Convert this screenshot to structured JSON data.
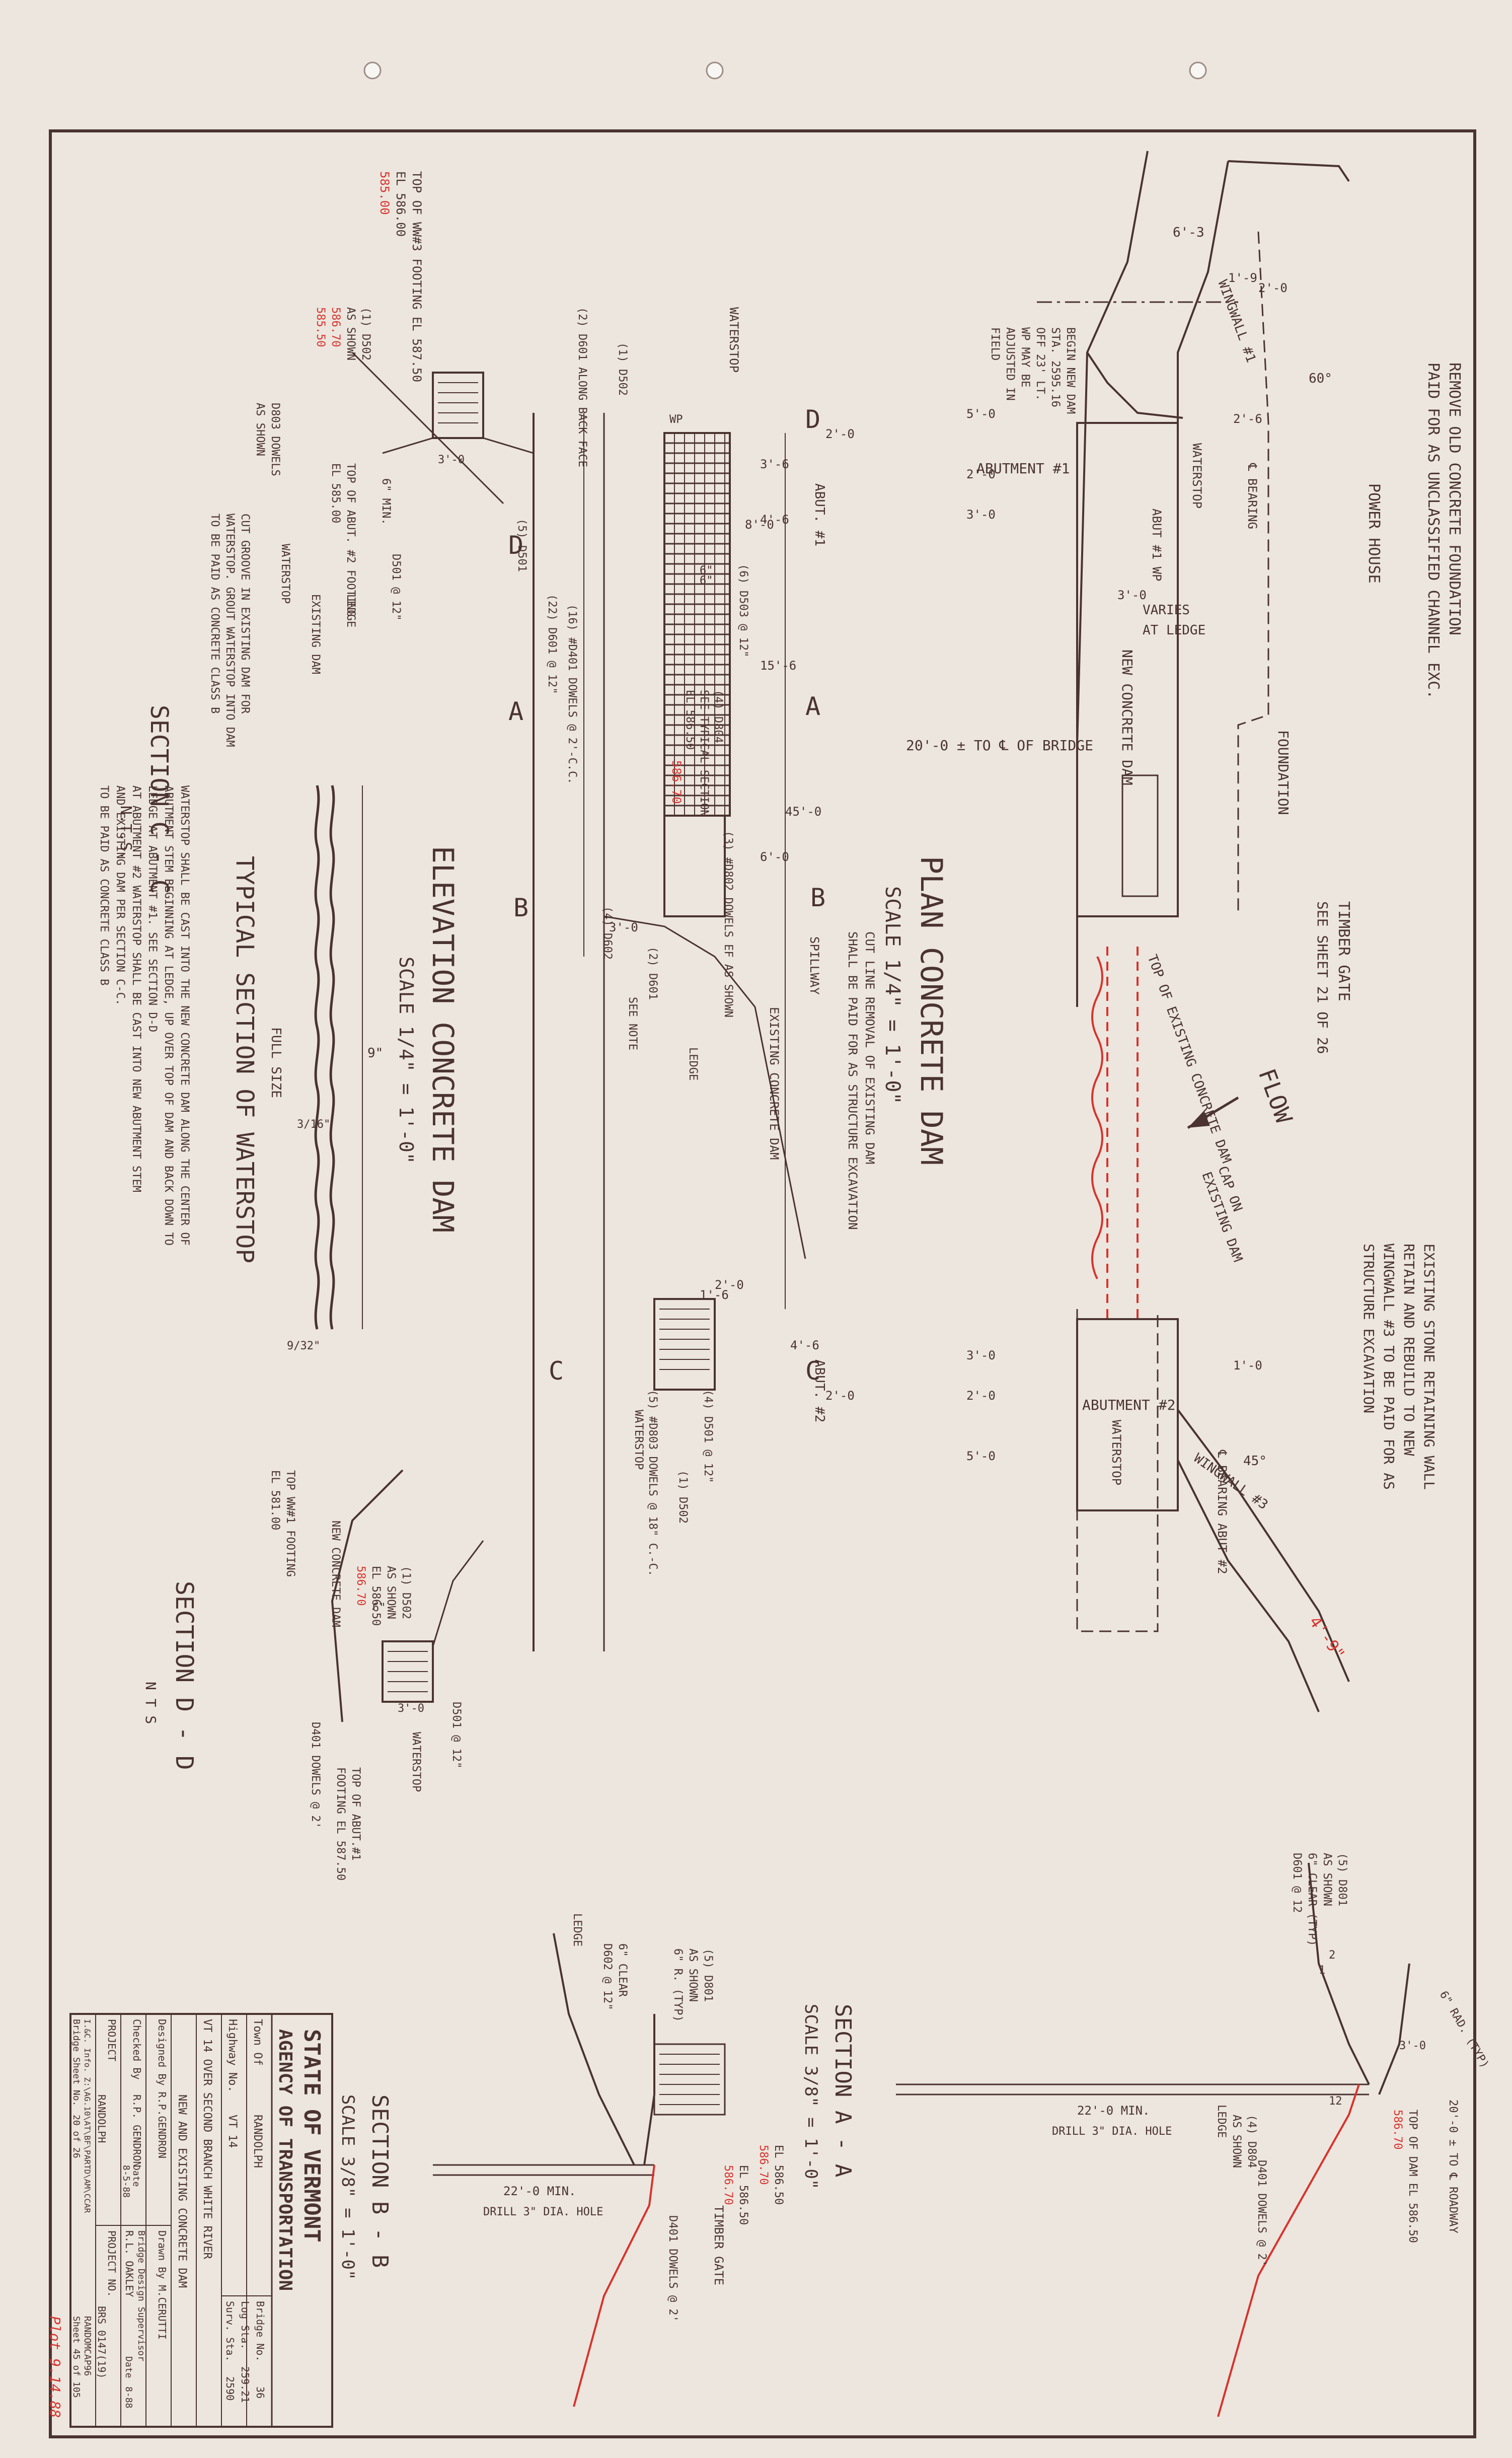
{
  "colors": {
    "paper": "#ece6de",
    "ink": "#4a3330",
    "red_markup": "#d8332d"
  },
  "title_block": {
    "line1": "STATE OF VERMONT",
    "line2": "AGENCY OF TRANSPORTATION",
    "town_label": "Town Of",
    "town": "RANDOLPH",
    "highway_label": "Highway No.",
    "highway": "VT 14",
    "bridge_no_label": "Bridge No.",
    "bridge_no": "36",
    "log_sta_label": "Log Sta.",
    "log_sta": "259.21",
    "surv_sta_label": "Surv. Sta.",
    "surv_sta": "2590",
    "location": "VT 14 OVER SECOND BRANCH WHITE RIVER",
    "description": "NEW AND EXISTING CONCRETE DAM",
    "designed": "Designed By R.P.GENDRON",
    "drawn": "Drawn By M.CERUTTI",
    "checked_label": "Checked By",
    "checked": "R.P. GENDRON",
    "supervisor_label": "Bridge Design Supervisor",
    "supervisor": "R.L. OAKLEY",
    "date1_label": "Date",
    "date1": "8-5-88",
    "date2_label": "Date",
    "date2": "8-88",
    "project_label": "PROJECT",
    "project": "RANDOLPH",
    "project_no_label": "PROJECT NO.",
    "project_no": "BRS 0147(19)",
    "file": "I.&C. Info. Z:\\AG.10\\AT\\BF\\PARTD\\AM\\CCAR",
    "sheet_label": "Bridge Sheet No.",
    "sheet": "20 of 26",
    "sheet_total": "Sheet 45 of 105",
    "marker": "RANDOMCAP96",
    "handwritten": "Plot 9.14.88"
  },
  "plan": {
    "title": "PLAN CONCRETE DAM",
    "scale": "SCALE 1/4\" = 1'-0\"",
    "remove_note_1": "REMOVE OLD CONCRETE FOUNDATION",
    "remove_note_2": "PAID FOR AS UNCLASSIFIED CHANNEL EXC.",
    "power_house": "POWER HOUSE",
    "foundation": "FOUNDATION",
    "timber_gate": "TIMBER GATE",
    "see_sheet": "SEE SHEET 21 OF 26",
    "existing_wall_1": "EXISTING STONE RETAINING WALL",
    "existing_wall_2": "RETAIN AND REBUILD TO NEW",
    "existing_wall_3": "WINGWALL #3 TO BE PAID FOR AS",
    "existing_wall_4": "STRUCTURE EXCAVATION",
    "flow": "FLOW",
    "cap_on_1": "CAP ON",
    "cap_on_2": "EXISTING DAM",
    "top_existing": "TOP OF EXISTING CONCRETE DAM",
    "new_dam": "NEW CONCRETE DAM",
    "abutment1": "ABUTMENT #1",
    "abutment2": "ABUTMENT #2",
    "varies": "VARIES",
    "at_ledge": "AT LEDGE",
    "bridge_cl": "20'-0 ± TO ℄ OF BRIDGE",
    "wingwall1": "WINGWALL #1",
    "wingwall3": "WINGWALL #3",
    "waterstop": "WATERSTOP",
    "bearing": "℄ BEARING",
    "bearing2": "℄ BEARING ABUT #2",
    "abut_wp": "ABUT #1 WP",
    "begin_1": "BEGIN NEW DAM",
    "begin_2": "STA. 2595.16",
    "begin_3": "OFF 23' LT.",
    "begin_4": "WP MAY BE",
    "begin_5": "ADJUSTED IN",
    "begin_6": "FIELD",
    "dim_63": "6'-3",
    "dim_19": "1'-9",
    "dim_20": "2'-0",
    "dim_50": "5'-0",
    "dim_20b": "2'-0",
    "dim_30": "3'-0",
    "dim_30b": "3'-0",
    "dim_10": "1'-0",
    "dim_30c": "3'-0",
    "dim_20c": "2'-0",
    "dim_50b": "5'-0",
    "dim_26": "2'-6",
    "dim_60deg": "60°",
    "dim_45deg": "45°",
    "red_dim": "4'-9\""
  },
  "elevation": {
    "title": "ELEVATION CONCRETE DAM",
    "scale": "SCALE 1/4\" = 1'-0\"",
    "abut1": "ABUT. #1",
    "abut2": "ABUT. #2",
    "cut_note_1": "CUT LINE REMOVAL OF EXISTING DAM",
    "cut_note_2": "SHALL BE PAID FOR AS STRUCTURE EXCAVATION",
    "spillway": "SPILLWAY",
    "existing_dam": "EXISTING CONCRETE DAM",
    "waterstop": "WATERSTOP",
    "wp": "WP",
    "d502": "(1) D502",
    "d601": "(2) D601 ALONG BACK FACE",
    "d501": "(5) D501",
    "d601b": "(22) D601 @ 12\"",
    "d401": "(16) #D401 DOWELS @ 2'-C.C.",
    "d503": "(6) D503 @ 12\"",
    "d804": "(4) D804",
    "see_typ": "SEE TYPICAL SECTION",
    "el": "EL 586.50",
    "el_red": "586.70",
    "d802": "(3) #D802 DOWELS EF AS SHOWN",
    "d602": "(4) D602",
    "d601c": "(2) D601",
    "see_note": "SEE NOTE",
    "ledge": "LEDGE",
    "d803": "(5) #D803 DOWELS @ 18\" C.-C.",
    "d501b": "(4) D501 @ 12\"",
    "d502b": "(1) D502",
    "dim_20": "2'-0",
    "dim_36": "3'-6",
    "dim_80": "8'-0",
    "dim_46": "4'-6",
    "dim_156": "15'-6",
    "dim_450": "45'-0",
    "dim_60": "6'-0",
    "dim_30": "3'-0",
    "dim_16": "1'-6",
    "dim_20b": "2'-0",
    "dim_46b": "4'-6",
    "dim_20c": "2'-0",
    "dim_05": "6\"",
    "dim_06": "6\"",
    "sec_a": "A",
    "sec_b": "B",
    "sec_c": "C",
    "sec_d": "D"
  },
  "section_cc": {
    "title": "SECTION C - C",
    "nts": "N.T.S.",
    "top_ww": "TOP OF WW#3 FOOTING EL 587.50",
    "top_ww_el": "EL 586.00",
    "top_ww_red": "585.00",
    "d502": "(1) D502",
    "as_shown": "AS SHOWN",
    "d803": "D803 DOWELS",
    "as_shown2": "AS SHOWN",
    "waterstop": "WATERSTOP",
    "existing_dam": "EXISTING DAM",
    "ledge": "LEDGE",
    "d501": "D501 @ 12\"",
    "top_abut": "TOP OF ABUT. #2 FOOTING",
    "top_abut_el": "EL 585.00",
    "min": "6\" MIN.",
    "dim_30": "3'-0",
    "cut1": "CUT GROOVE IN EXISTING DAM FOR",
    "cut2": "WATERSTOP. GROUT WATERSTOP INTO DAM",
    "cut3": "TO BE PAID AS CONCRETE CLASS B",
    "red1": "586.70",
    "red2": "585.50"
  },
  "waterstop_section": {
    "title": "TYPICAL SECTION OF WATERSTOP",
    "full_size": "FULL SIZE",
    "dim_9": "9\"",
    "dim_316": "3/16\"",
    "dim_932": "9/32\"",
    "note1": "WATERSTOP SHALL BE CAST INTO THE NEW CONCRETE DAM ALONG THE CENTER OF",
    "note2": "ABUTMENT STEM BEGINNING AT LEDGE, UP OVER TOP OF DAM AND BACK DOWN TO",
    "note3": "LEDGE AT ABUTMENT #1. SEE SECTION D-D",
    "note4": "AT ABUTMENT #2 WATERSTOP SHALL BE CAST INTO NEW ABUTMENT STEM",
    "note5": "AND EXISTING DAM PER SECTION C-C.",
    "note6": "TO BE PAID AS CONCRETE CLASS B"
  },
  "section_dd": {
    "title": "SECTION D - D",
    "nts": "N T S",
    "top_ww": "TOP WW#1 FOOTING",
    "top_ww_el": "EL 581.00",
    "new_conc": "NEW CONCRETE DAM",
    "d502": "(1) D502",
    "as_shown": "AS SHOWN",
    "el": "EL 586.50",
    "el_red": "586.70",
    "d501": "D501 @ 12\"",
    "waterstop": "WATERSTOP",
    "top_abut": "TOP OF ABUT.#1",
    "top_abut_el": "FOOTING EL 587.50",
    "d401": "D401 DOWELS @ 2'",
    "dim_30": "3'-0",
    "dim_6": "6\""
  },
  "section_aa": {
    "title": "SECTION A - A",
    "scale": "SCALE 3/8\" = 1'-0\"",
    "d801": "(5) D801",
    "as_shown": "AS SHOWN",
    "clear": "6\" CLEAR (TYP)",
    "d601": "D601 @ 12",
    "d804": "(4) D804",
    "as_shown2": "AS SHOWN",
    "ledge": "LEDGE",
    "d401": "D401 DOWELS @ 2'",
    "min": "22'-0 MIN.",
    "drill": "DRILL 3\" DIA. HOLE",
    "top_dam": "TOP OF DAM EL 586.50",
    "top_dam_red": "586.70",
    "road": "20'-0 ± TO ℄ ROADWAY",
    "dim_30": "3'-0",
    "dim_12": "12",
    "dim_2": "2",
    "dim_1": "1",
    "radius": "6\" RAD. (TYP)"
  },
  "section_bb": {
    "title": "SECTION B - B",
    "scale": "SCALE 3/8\" = 1'-0\"",
    "ledge": "LEDGE",
    "clear": "6\" CLEAR",
    "d602": "D602 @ 12\"",
    "d801": "(5) D801",
    "as_shown": "AS SHOWN",
    "radius": "6\" R. (TYP)",
    "min": "22'-0 MIN.",
    "drill": "DRILL 3\" DIA. HOLE",
    "el": "EL 586.50",
    "el_red": "586.70",
    "el2": "EL 586.50",
    "el2_red": "586.70",
    "timber_gate": "TIMBER GATE",
    "d401": "D401 DOWELS @ 2'"
  }
}
